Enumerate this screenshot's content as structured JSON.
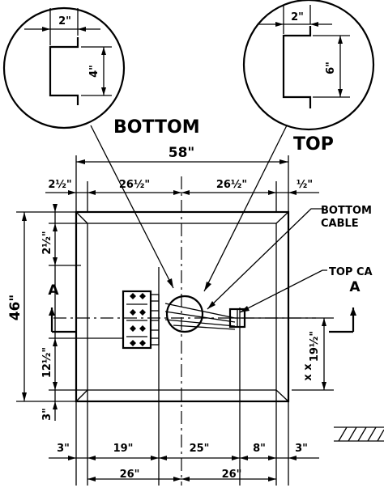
{
  "detail_bottom": {
    "label": "BOTTOM",
    "width_dim": "2\"",
    "depth_dim": "4\""
  },
  "detail_top": {
    "label": "TOP",
    "width_dim": "2\"",
    "depth_dim": "6\""
  },
  "overall": {
    "width": "58\"",
    "height": "46\"",
    "edge_left": "2½\"",
    "edge_right": "½\"",
    "half_left": "26½\"",
    "half_right": "26½\""
  },
  "left_dims": {
    "top": "2½\"",
    "mid": "12½\"",
    "bottom": "3\""
  },
  "right_dims": {
    "offset": "19½\"",
    "marks": "x x"
  },
  "bottom_dims": {
    "row1": [
      "3\"",
      "19\"",
      "25\"",
      "8\"",
      "3\""
    ],
    "row2": [
      "26\"",
      "26\""
    ]
  },
  "callouts": {
    "bottom_cable_line1": "BOTTOM",
    "bottom_cable_line2": "CABLE",
    "top_cable": "TOP CA"
  },
  "section_marks": {
    "left": "A",
    "right": "A"
  }
}
